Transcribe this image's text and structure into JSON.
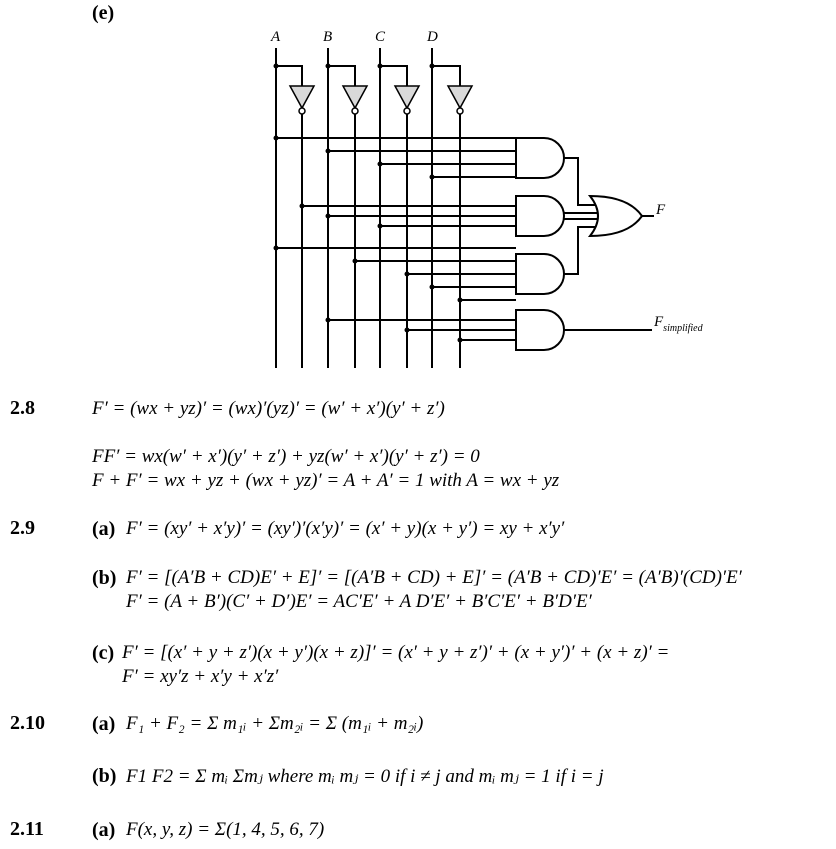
{
  "figure": {
    "part_label": "(e)",
    "inputs": [
      "A",
      "B",
      "C",
      "D"
    ],
    "output": "F",
    "output_simplified_main": "F",
    "output_simplified_sub": "simplified"
  },
  "problems": [
    {
      "number": "2.8",
      "lines": [
        "F′ = (wx + yz)′ = (wx)′(yz)′ = (w′ + x′)(y′ + z′)",
        "FF′ = wx(w′ + x′)(y′ + z′) + yz(w′ + x′)(y′ + z′) = 0",
        "F + F′ = wx + yz + (wx + yz)′ = A + A′ = 1 with A = wx + yz"
      ]
    },
    {
      "number": "2.9",
      "parts": [
        {
          "label": "(a)",
          "lines": [
            "F′ = (xy′ + x′y)′ = (xy′)′(x′y)′ = (x′ + y)(x + y′) = xy + x′y′"
          ]
        },
        {
          "label": "(b)",
          "lines": [
            "F′ = [(A′B + CD)E′ + E]′ = [(A′B + CD) + E]′ = (A′B + CD)′E′ = (A′B)′(CD)′E′",
            "F′ = (A + B′)(C′ + D′)E′ = AC′E′ + A D′E′ + B′C′E′ + B′D′E′"
          ]
        },
        {
          "label": "(c)",
          "lines": [
            "F′ = [(x′ + y + z′)(x + y′)(x + z)]′ = (x′ + y + z′)′ + (x + y′)′ + (x + z)′ =",
            "F′ = xy′z + x′y + x′z′"
          ]
        }
      ]
    },
    {
      "number": "2.10",
      "parts": [
        {
          "label": "(a)",
          "text": "F₁ + F₂ = Σ m₁ᵢ + Σm₂ᵢ = Σ (m₁ᵢ + m₂ᵢ)"
        },
        {
          "label": "(b)",
          "text": "F1 F2 = Σ mᵢ Σmⱼ where mᵢ mⱼ = 0 if i ≠ j and mᵢ mⱼ = 1 if  i = j"
        }
      ]
    },
    {
      "number": "2.11",
      "parts": [
        {
          "label": "(a)",
          "text": "F(x, y, z) = Σ(1, 4, 5, 6, 7)"
        }
      ]
    }
  ]
}
